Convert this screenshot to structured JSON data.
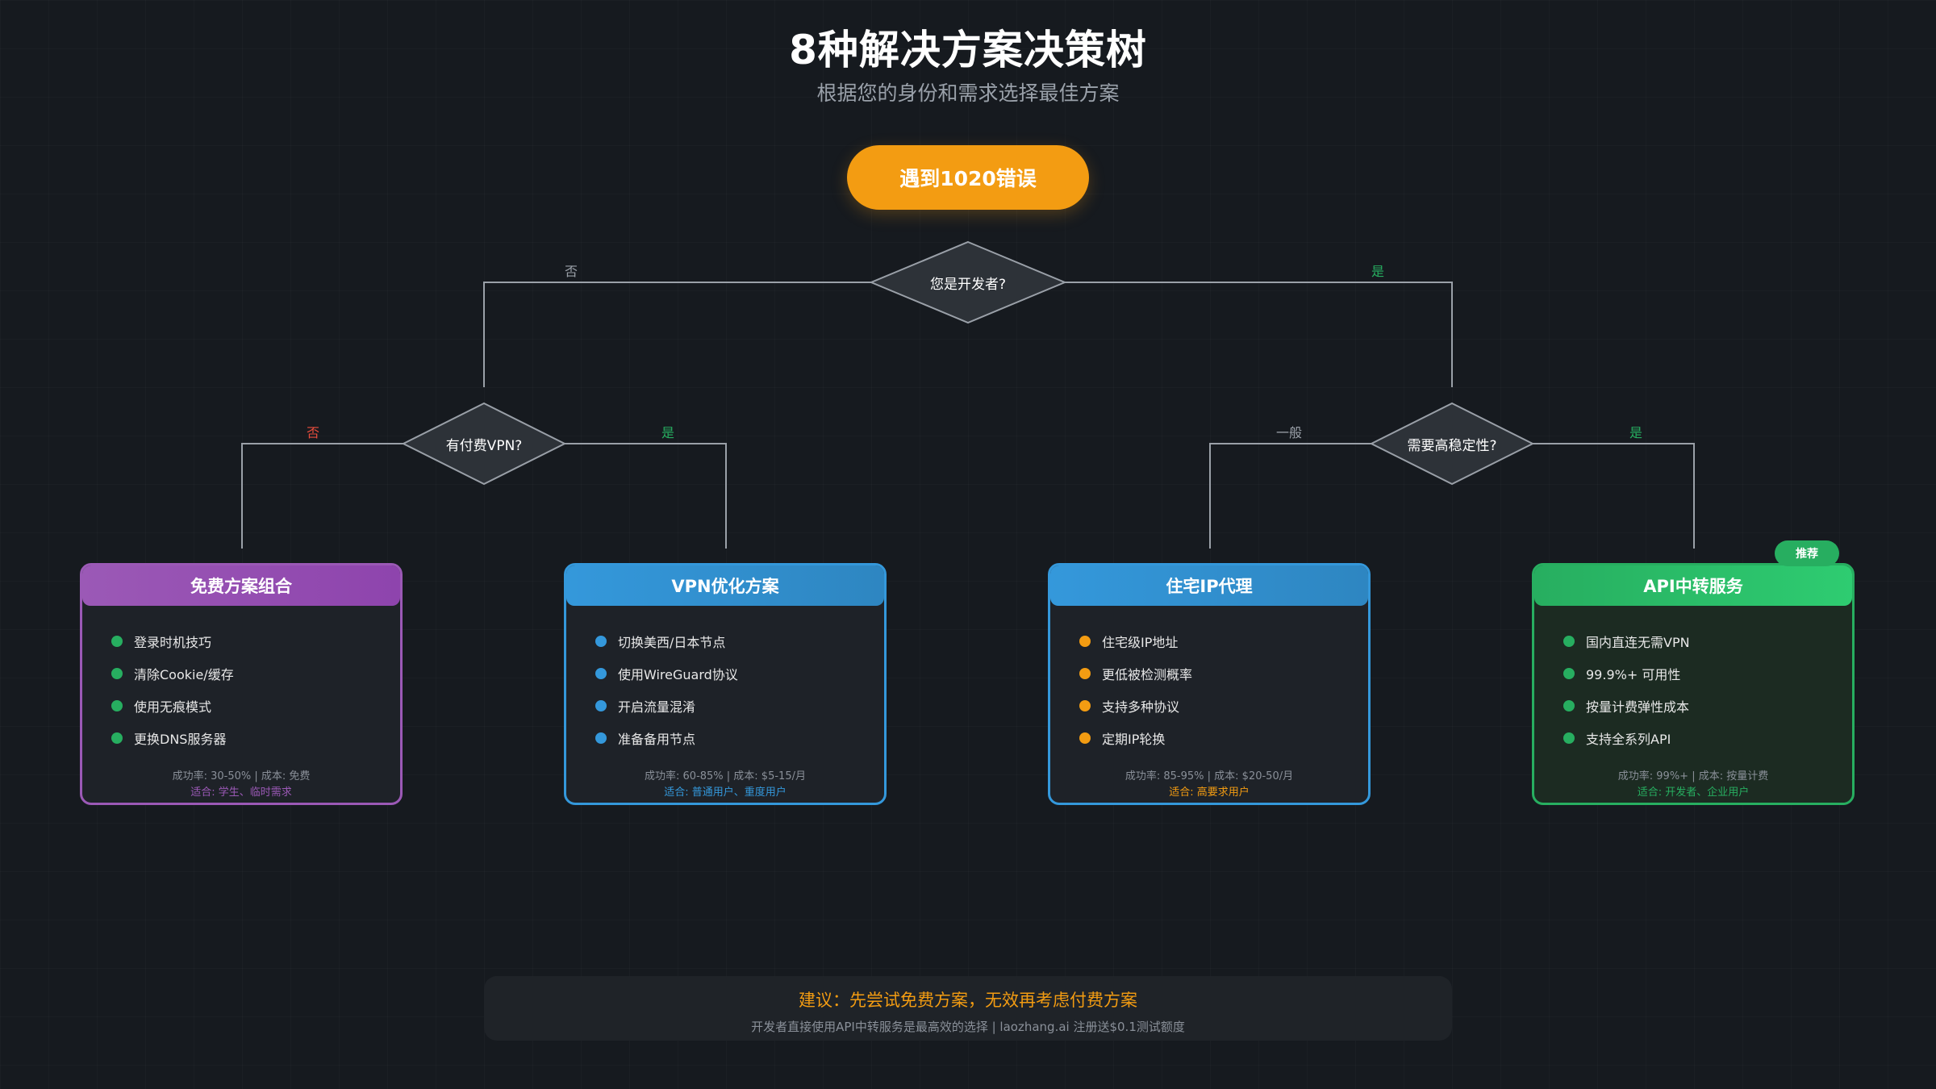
{
  "title": "8种解决方案决策树",
  "subtitle": "根据您的身份和需求选择最佳方案",
  "start": {
    "label": "遇到1020错误"
  },
  "decisions": {
    "root": {
      "label": "您是开发者?",
      "no": "否",
      "yes": "是"
    },
    "vpn": {
      "label": "有付费VPN?",
      "no": "否",
      "yes": "是"
    },
    "stability": {
      "label": "需要高稳定性?",
      "normal": "一般",
      "yes": "是"
    }
  },
  "cards": [
    {
      "title": "免费方案组合",
      "items": [
        "登录时机技巧",
        "清除Cookie/缓存",
        "使用无痕模式",
        "更换DNS服务器"
      ],
      "stats": "成功率: 30-50% | 成本: 免费",
      "fit": "适合: 学生、临时需求"
    },
    {
      "title": "VPN优化方案",
      "items": [
        "切换美西/日本节点",
        "使用WireGuard协议",
        "开启流量混淆",
        "准备备用节点"
      ],
      "stats": "成功率: 60-85% | 成本: $5-15/月",
      "fit": "适合: 普通用户、重度用户"
    },
    {
      "title": "住宅IP代理",
      "items": [
        "住宅级IP地址",
        "更低被检测概率",
        "支持多种协议",
        "定期IP轮换"
      ],
      "stats": "成功率: 85-95% | 成本: $20-50/月",
      "fit": "适合: 高要求用户"
    },
    {
      "title": "API中转服务",
      "items": [
        "国内直连无需VPN",
        "99.9%+ 可用性",
        "按量计费弹性成本",
        "支持全系列API"
      ],
      "stats": "成功率: 99%+ | 成本: 按量计费",
      "fit": "适合: 开发者、企业用户",
      "badge": "推荐"
    }
  ],
  "tip": {
    "main": "建议：先尝试免费方案，无效再考虑付费方案",
    "sub": "开发者直接使用API中转服务是最高效的选择 | laozhang.ai 注册送$0.1测试额度"
  },
  "colors": {
    "purple": "#9b59b6",
    "blue": "#3498db",
    "orange": "#f39c12",
    "green": "#27ae60",
    "red": "#e74c3c",
    "line": "#9aa0a8",
    "diamond_fill": "#2d3238",
    "neutral_label": "#9aa0a8"
  }
}
